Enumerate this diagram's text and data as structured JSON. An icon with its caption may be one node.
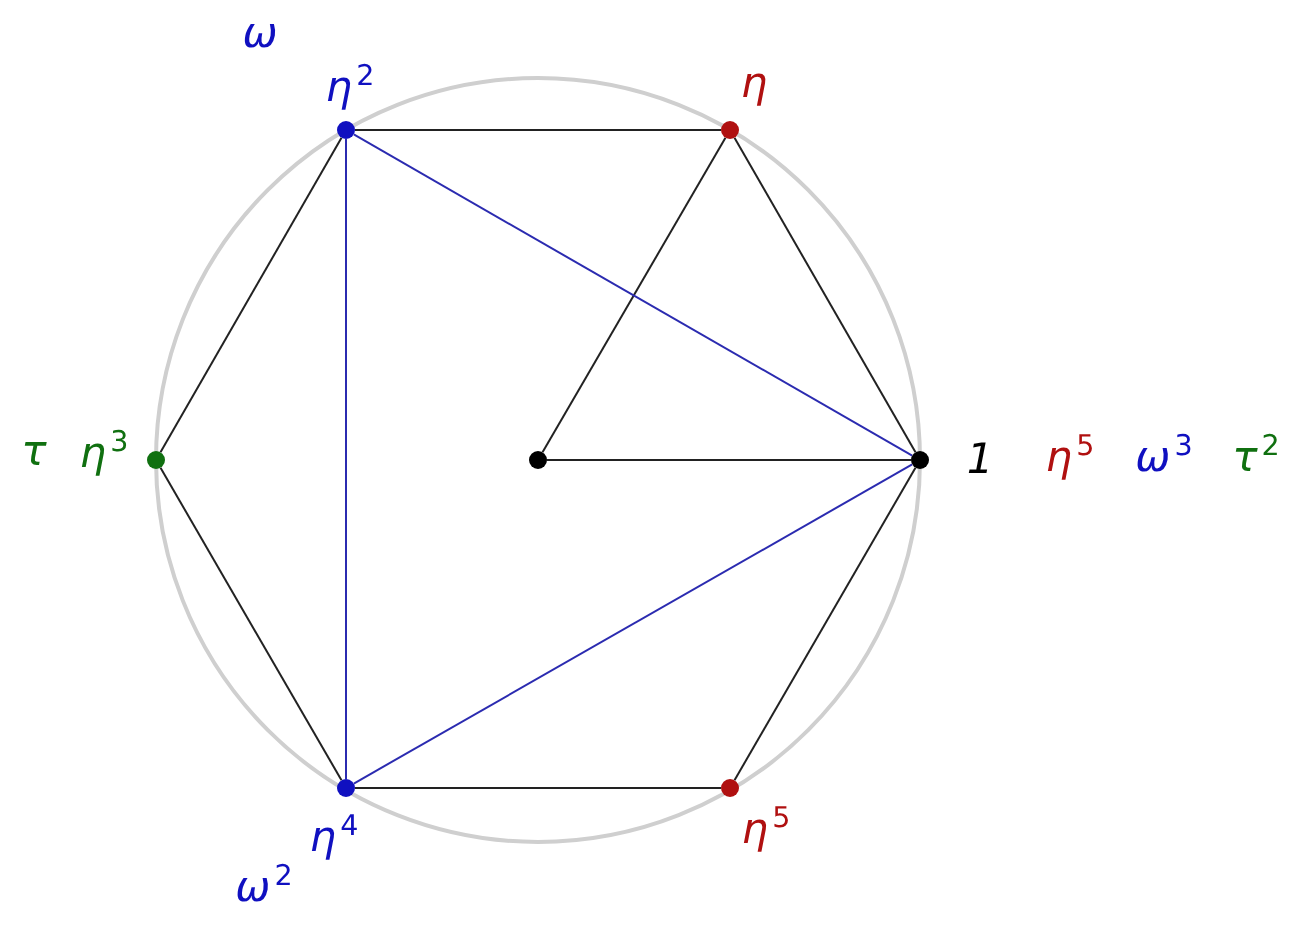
{
  "diagram": {
    "nodes": [
      {
        "text": [],
        "shape": "circle",
        "beside": [
          "ω",
          "η$^{2}$"
        ]
      },
      {
        "text": [],
        "shape": "circle",
        "beside": [
          "η"
        ]
      },
      {
        "text": [],
        "shape": "circle",
        "beside": [
          "τ",
          "η$^{3}$"
        ]
      },
      {
        "text": [],
        "shape": "circle"
      },
      {
        "text": [],
        "shape": "circle",
        "beside": [
          "1",
          "η$^{5}$",
          "ω$^{3}$",
          "τ$^{2}$"
        ]
      },
      {
        "text": [],
        "shape": "circle",
        "beside": [
          "η$^{4}$",
          "ω$^{2}$"
        ]
      },
      {
        "text": [],
        "shape": "circle",
        "beside": [
          "η$^{5}$"
        ]
      }
    ],
    "edges": [
      {
        "from": 4,
        "to": 1,
        "arrow": "none"
      },
      {
        "from": 1,
        "to": 0,
        "arrow": "none"
      },
      {
        "from": 0,
        "to": 2,
        "arrow": "none"
      },
      {
        "from": 2,
        "to": 5,
        "arrow": "none"
      },
      {
        "from": 5,
        "to": 6,
        "arrow": "none"
      },
      {
        "from": 6,
        "to": 4,
        "arrow": "none"
      },
      {
        "from": 3,
        "to": 4,
        "arrow": "none"
      },
      {
        "from": 3,
        "to": 1,
        "arrow": "none"
      },
      {
        "from": 0,
        "to": 4,
        "arrow": "none",
        "color": "#2b2bb0"
      },
      {
        "from": 4,
        "to": 5,
        "arrow": "none",
        "color": "#2b2bb0"
      },
      {
        "from": 5,
        "to": 0,
        "arrow": "none",
        "color": "#2b2bb0"
      }
    ]
  }
}
